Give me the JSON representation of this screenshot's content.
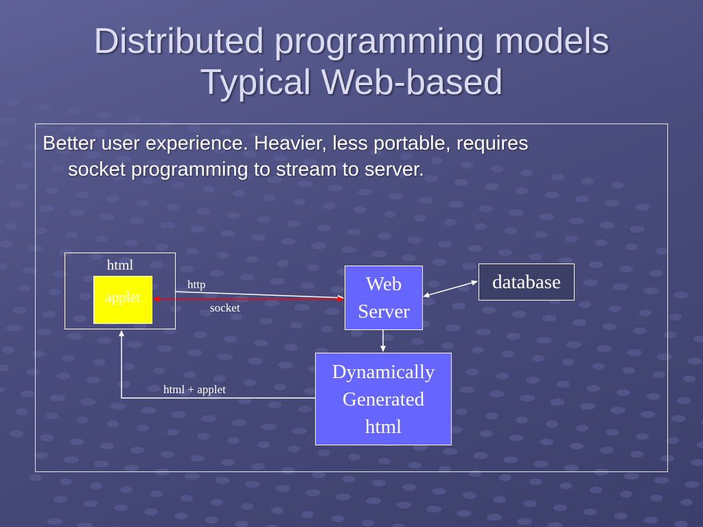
{
  "slide": {
    "title_line1": "Distributed programming models",
    "title_line2": "Typical Web-based",
    "bullet_line1": "Better user experience. Heavier, less portable, requires",
    "bullet_line2": "socket programming to stream to server."
  },
  "diagram": {
    "html_label": "html",
    "applet_label": "applet",
    "web_server_line1": "Web",
    "web_server_line2": "Server",
    "database_label": "database",
    "dynamic_line1": "Dynamically",
    "dynamic_line2": "Generated",
    "dynamic_line3": "html",
    "http_label": "http",
    "socket_label": "socket",
    "html_applet_label": "html + applet"
  },
  "colors": {
    "background": "#4e5083",
    "box_fill": "#6666ff",
    "applet_fill": "#ffff00",
    "socket_arrow": "#ff0000",
    "line": "#ffffff"
  }
}
